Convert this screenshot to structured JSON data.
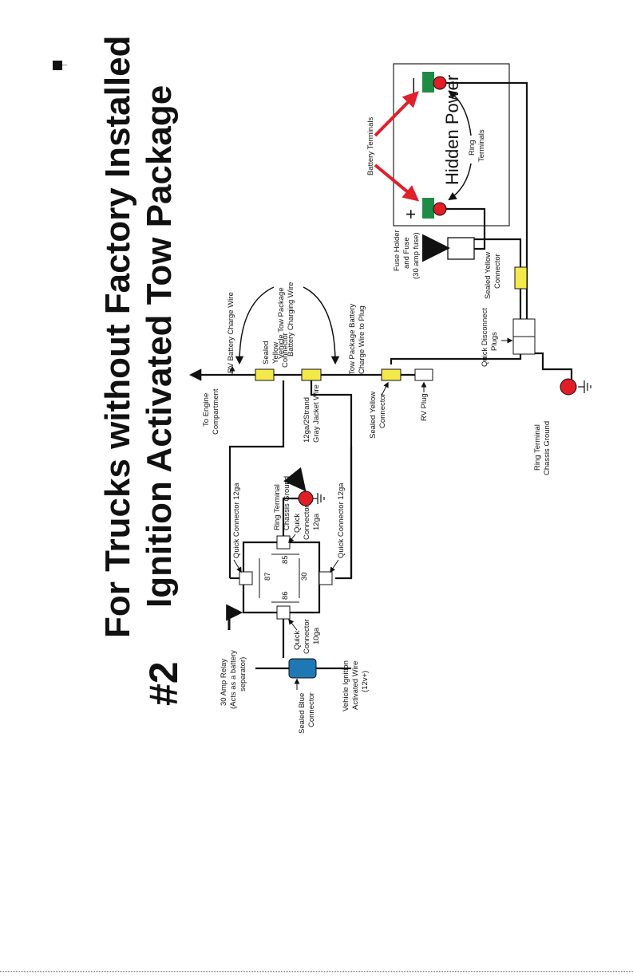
{
  "title": {
    "number": "#2",
    "line1": "For Trucks without Factory Installed",
    "line2": "Ignition Activated Tow Package"
  },
  "battery": {
    "brand": "Hidden Power",
    "minus": "—",
    "plus": "+"
  },
  "labels": {
    "battery_terminals": "Battery Terminals",
    "ring_terminals_1": "Ring",
    "ring_terminals_2": "Terminals",
    "fuse_1": "Fuse Holder",
    "fuse_2": "and Fuse",
    "fuse_3": "(30 amp fuse)",
    "sealed_yellow_top_1": "Sealed Yellow",
    "sealed_yellow_top_2": "Connector",
    "quick_disconnect_1": "Quick Disconnect",
    "quick_disconnect_2": "Plugs",
    "ring_ground_right_1": "Ring Terminal",
    "ring_ground_right_2": "Chassis Ground",
    "rv_battery_charge": "RV Battery Charge Wire",
    "vehicle_tow_1": "Vehicle Tow Package",
    "vehicle_tow_2": "Battery Charging Wire",
    "tow_pkg_1": "Tow Package Battery",
    "tow_pkg_2": "Charge Wire to Plug",
    "sealed_yellow_mid_1": "Sealed",
    "sealed_yellow_mid_2": "Yellow",
    "sealed_yellow_mid_3": "Connector",
    "to_engine_1": "To Engine",
    "to_engine_2": "Compartment",
    "gray_jacket_1": "12ga/2Strand",
    "gray_jacket_2": "Gray Jacket Wire",
    "sealed_yellow_low_1": "Sealed Yellow",
    "sealed_yellow_low_2": "Connector",
    "rv_plug": "RV Plug",
    "ring_ground_mid_1": "Ring Terminal",
    "ring_ground_mid_2": "Chassis Ground",
    "qc12_top": "Quick Connector 12ga",
    "qc12_bottom": "Quick Connector 12ga",
    "qc85_1": "Quick",
    "qc85_2": "Connector",
    "qc85_3": "12ga",
    "pin85": "85",
    "pin87": "87",
    "pin30": "30",
    "pin86": "86",
    "relay_1": "30 Amp Relay",
    "relay_2": "(Acts as a battery",
    "relay_3": "separator)",
    "qc10_1": "Quick",
    "qc10_2": "Connector",
    "qc10_3": "10ga",
    "ignition_1": "Vehicle Ignition",
    "ignition_2": "Activated Wire",
    "ignition_3": "(12v+)",
    "sealed_blue_1": "Sealed Blue",
    "sealed_blue_2": "Connector"
  },
  "colors": {
    "yellow": "#f3e94a",
    "green": "#1e8c45",
    "red": "#e11d26",
    "blue": "#1f78b4",
    "arrow_red": "#e0202a"
  }
}
